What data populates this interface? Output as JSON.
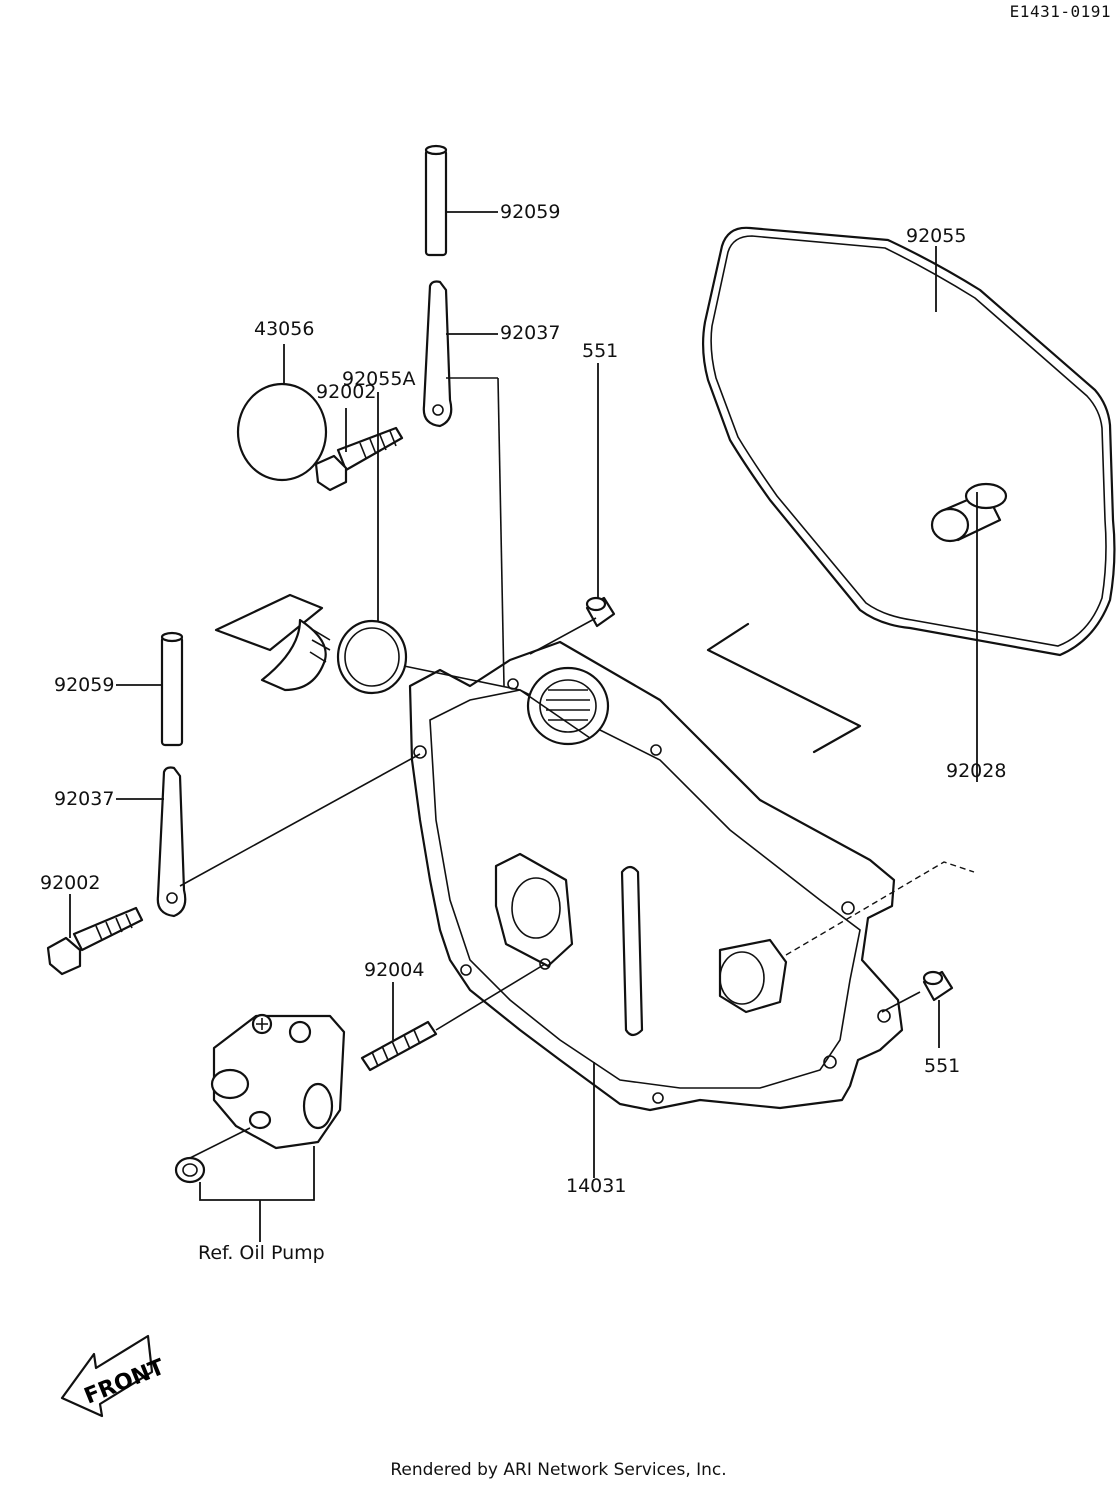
{
  "figure_id": "E1431-0191",
  "credit": "Rendered by ARI Network Services, Inc.",
  "front_label": "FRONT",
  "callouts": {
    "pipe_top": "92059",
    "strap_top": "92037",
    "bolt_top": "92002",
    "cap": "43056",
    "oring": "92055A",
    "dowel_top": "551",
    "gasket": "92055",
    "pipe_left": "92059",
    "strap_left": "92037",
    "bolt_left": "92002",
    "stud": "92004",
    "bushing": "92028",
    "dowel_right": "551",
    "cover": "14031",
    "ref_oil_pump": "Ref. Oil Pump"
  }
}
